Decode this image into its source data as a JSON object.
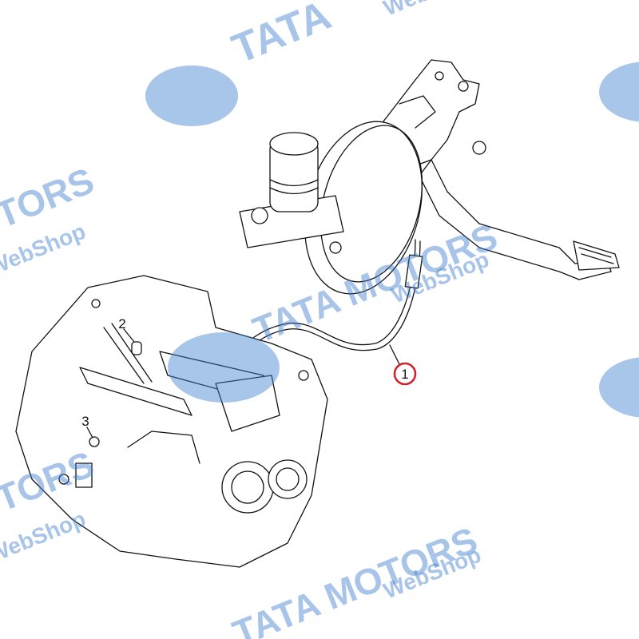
{
  "diagram": {
    "callouts": [
      {
        "number": "1",
        "highlighted": true
      },
      {
        "number": "2",
        "highlighted": false
      },
      {
        "number": "3",
        "highlighted": false
      }
    ],
    "highlight_color": "#d0202a"
  },
  "watermark": {
    "brand": "TATA MOTORS",
    "brand_short": "TATA",
    "shop": "WebShop",
    "color": "#3f7fd0"
  }
}
